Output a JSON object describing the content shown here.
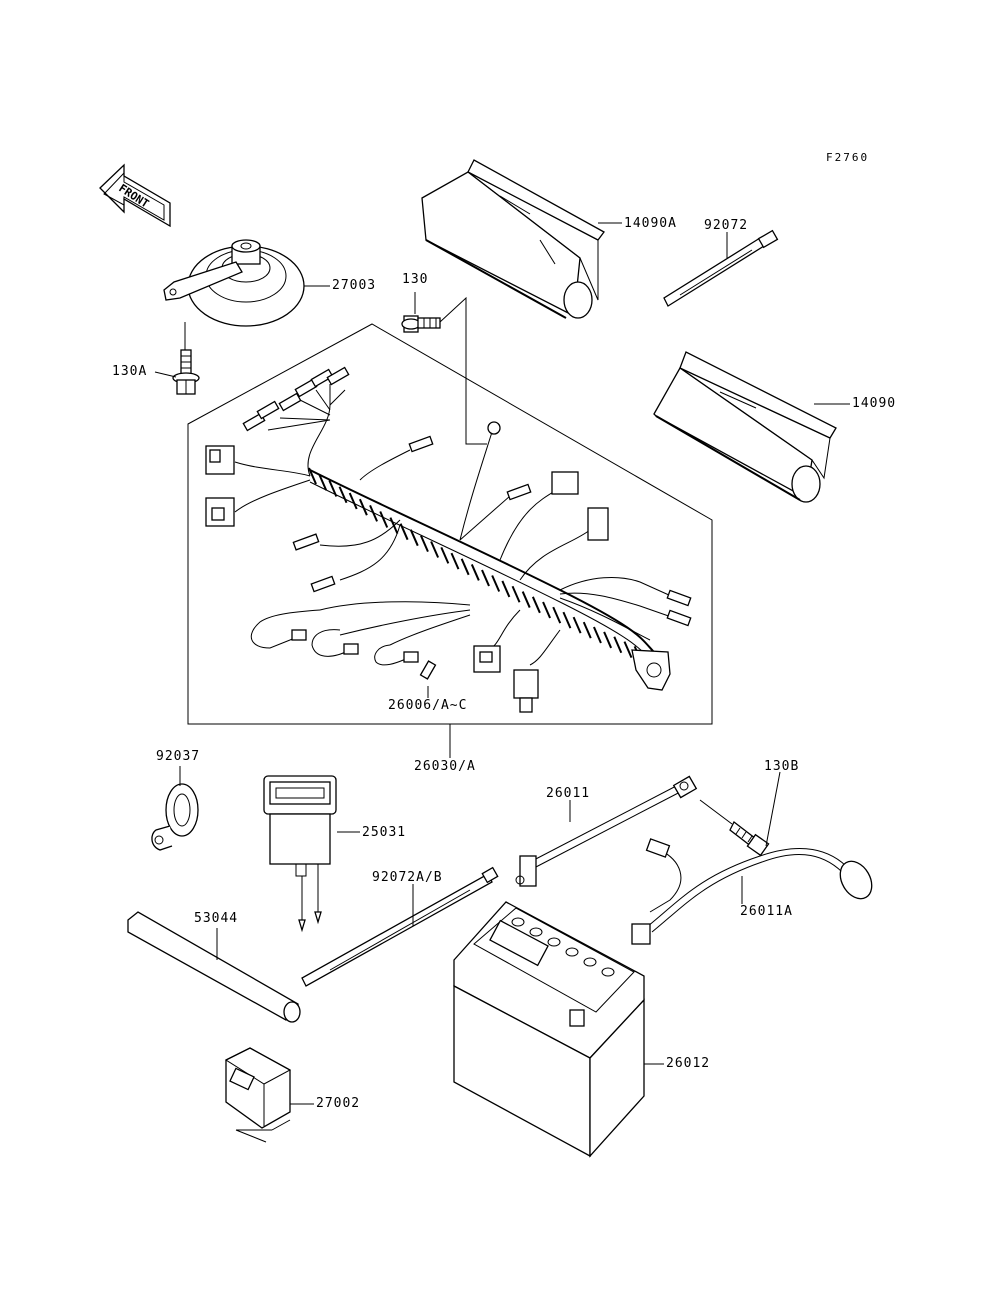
{
  "figure_code": "F2760",
  "front_arrow_text": "FRONT",
  "labels": {
    "p14090A": "14090A",
    "p92072": "92072",
    "p27003": "27003",
    "p130": "130",
    "p130A": "130A",
    "p14090": "14090",
    "p26006": "26006/A~C",
    "p26030": "26030/A",
    "p92037": "92037",
    "p25031": "25031",
    "p26011": "26011",
    "p130B": "130B",
    "p92072AB": "92072A/B",
    "p26011A": "26011A",
    "p53044": "53044",
    "p26012": "26012",
    "p27002": "27002"
  }
}
